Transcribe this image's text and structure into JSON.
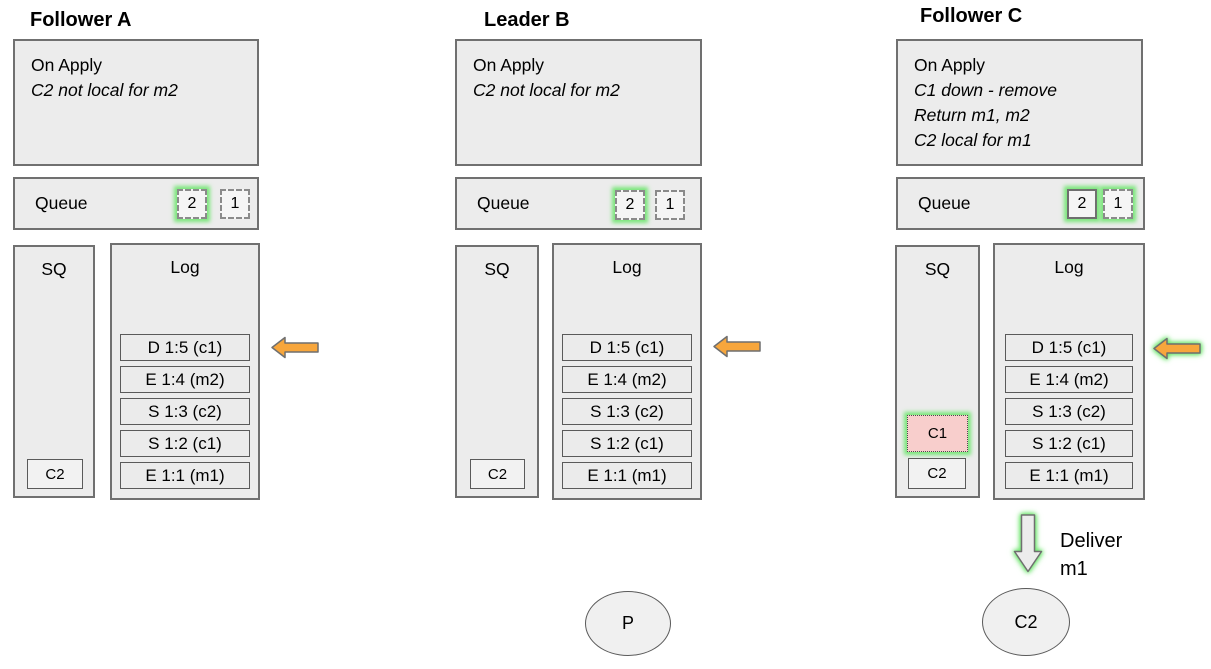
{
  "colors": {
    "box_fill": "#ececec",
    "box_border": "#707070",
    "glow_green": "#79e679",
    "highlight_pink": "#f8cecc",
    "arrow_orange": "#f7a63c",
    "arrow_border": "#6f6f6f",
    "deliver_arrow_fill": "#ececec"
  },
  "columns": [
    {
      "title": "Follower A",
      "on_apply": {
        "heading": "On Apply",
        "notes": [
          "C2 not local for m2"
        ]
      },
      "queue": {
        "label": "Queue",
        "items": [
          {
            "label": "2",
            "border": "dashed",
            "glow": true
          },
          {
            "label": "1",
            "border": "dashed",
            "glow": false
          }
        ]
      },
      "sq": {
        "label": "SQ",
        "items": [
          {
            "label": "C2",
            "state": "normal"
          }
        ]
      },
      "log": {
        "label": "Log",
        "entries": [
          "D 1:5 (c1)",
          "E 1:4 (m2)",
          "S 1:3 (c2)",
          "S 1:2 (c1)",
          "E 1:1 (m1)"
        ],
        "pointer": {
          "icon": "left-arrow",
          "glow": false
        }
      }
    },
    {
      "title": "Leader B",
      "on_apply": {
        "heading": "On Apply",
        "notes": [
          "C2 not local for m2"
        ]
      },
      "queue": {
        "label": "Queue",
        "items": [
          {
            "label": "2",
            "border": "dashed",
            "glow": true
          },
          {
            "label": "1",
            "border": "dashed",
            "glow": false
          }
        ]
      },
      "sq": {
        "label": "SQ",
        "items": [
          {
            "label": "C2",
            "state": "normal"
          }
        ]
      },
      "log": {
        "label": "Log",
        "entries": [
          "D 1:5 (c1)",
          "E 1:4 (m2)",
          "S 1:3 (c2)",
          "S 1:2 (c1)",
          "E 1:1 (m1)"
        ],
        "pointer": {
          "icon": "left-arrow",
          "glow": false
        }
      },
      "process": {
        "label": "P"
      }
    },
    {
      "title": "Follower C",
      "on_apply": {
        "heading": "On Apply",
        "notes": [
          "C1 down - remove",
          "Return m1, m2",
          "C2 local for m1"
        ]
      },
      "queue": {
        "label": "Queue",
        "items": [
          {
            "label": "2",
            "border": "solid",
            "glow": true
          },
          {
            "label": "1",
            "border": "dashed",
            "glow": true
          }
        ]
      },
      "sq": {
        "label": "SQ",
        "items": [
          {
            "label": "C1",
            "state": "down-highlighted"
          },
          {
            "label": "C2",
            "state": "normal"
          }
        ]
      },
      "log": {
        "label": "Log",
        "entries": [
          "D 1:5 (c1)",
          "E 1:4 (m2)",
          "S 1:3 (c2)",
          "S 1:2 (c1)",
          "E 1:1 (m1)"
        ],
        "pointer": {
          "icon": "left-arrow",
          "glow": true
        }
      },
      "deliver": {
        "icon": "down-arrow",
        "lines": [
          "Deliver",
          "m1"
        ]
      },
      "client": {
        "label": "C2"
      }
    }
  ]
}
